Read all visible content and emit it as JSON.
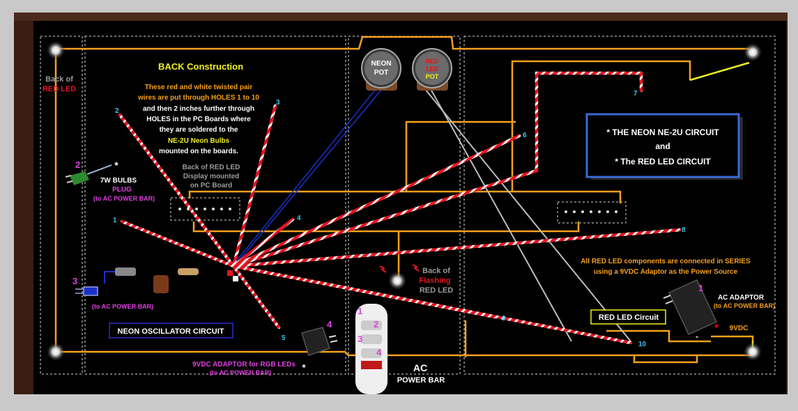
{
  "colors": {
    "orange": "#f5a11a",
    "red": "#e8141e",
    "white": "#f2f2f2",
    "yellow": "#f0f020",
    "cyan": "#39c8e8",
    "magenta": "#e040e0",
    "blue": "#1a30c8",
    "gray": "#bdbdbd",
    "bg": "#000000",
    "wood": "#3a1c12"
  },
  "header": {
    "title": "BACK Construction",
    "desc_lines": [
      "These red and white  twisted pair",
      "wires are put through HOLES 1 to 10",
      "and then 2 inches further through",
      "HOLES in the PC Boards where",
      "they are soldered to the",
      "NE-2U Neon Bulbs",
      "mounted on the boards."
    ]
  },
  "labels": {
    "back_red_led": [
      "Back of",
      "RED LED"
    ],
    "display_label": [
      "Back of RED LED",
      "Display mounted",
      "on PC Board"
    ],
    "neon_pot": [
      "NEON",
      "POT"
    ],
    "red_led_pot": [
      "RED",
      "LED",
      "POT"
    ],
    "flashing": [
      "Back of",
      "Flashing",
      "RED LED"
    ],
    "neon_osc": "NEON OSCILLATOR CIRCUIT",
    "red_led_circuit": "RED LED Circuit",
    "ac_power_bar": [
      "AC",
      "POWER BAR"
    ],
    "note": [
      "All RED LED components are connected in SERIES",
      "using a 9VDC Adaptor as the Power Source"
    ],
    "ac_adaptor": [
      "AC ADAPTOR",
      "(to AC POWER BAR)"
    ],
    "vdc": "9VDC",
    "plus": "+",
    "minus": "-",
    "plug_7w": [
      "7W BULBS",
      "PLUG",
      "(to AC POWER BAR)"
    ],
    "to_ac_bar": "(to AC POWER BAR)",
    "adaptor_rgb": [
      "9VDC ADAPTOR for RGB LEDs",
      "(to AC POWER BAR)"
    ],
    "asterisk": "*"
  },
  "legend": {
    "line1": "* THE NEON NE-2U CIRCUIT",
    "line2": "and",
    "line3": "* The RED LED CIRCUIT"
  },
  "numbers": {
    "w1": "1",
    "w2": "2",
    "w3": "3",
    "w4": "4",
    "w5": "5",
    "w6": "6",
    "w7": "7",
    "w8": "8",
    "w9": "9",
    "w10": "10",
    "i1": "1",
    "i2": "2",
    "i3": "3",
    "i4": "4",
    "pb1": "1",
    "pb2": "2",
    "pb3": "3",
    "pb4": "4"
  }
}
